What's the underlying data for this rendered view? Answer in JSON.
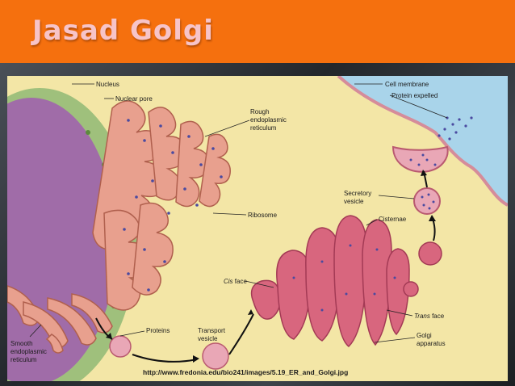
{
  "slide": {
    "title": "Jasad Golgi"
  },
  "diagram": {
    "labels": {
      "nucleus": "Nucleus",
      "nuclear_pore": "Nuclear pore",
      "rough_er_1": "Rough",
      "rough_er_2": "endoplasmic",
      "rough_er_3": "reticulum",
      "ribosome": "Ribosome",
      "cell_membrane": "Cell membrane",
      "protein_expelled": "Protein expelled",
      "secretory_vesicle_1": "Secretory",
      "secretory_vesicle_2": "vesicle",
      "cisternae": "Cisternae",
      "cis_face_italic": "Cis",
      "cis_face_rest": " face",
      "trans_face_italic": "Trans",
      "trans_face_rest": " face",
      "golgi_apparatus_1": "Golgi",
      "golgi_apparatus_2": "apparatus",
      "proteins": "Proteins",
      "transport_vesicle_1": "Transport",
      "transport_vesicle_2": "vesicle",
      "smooth_er_1": "Smooth",
      "smooth_er_2": "endoplasmic",
      "smooth_er_3": "reticulum"
    },
    "source_url": "http://www.fredonia.edu/bio241/images/5.19_ER_and_Golgi.jpg",
    "colors": {
      "background": "#f3e6a6",
      "cytoplasm_blue": "#a9d4ea",
      "nucleus_purple": "#a06ca8",
      "nuclear_envelope": "#9fc07c",
      "er_pink": "#e8a08e",
      "golgi_pink": "#d8667e",
      "ribosome": "#4a4aa0"
    }
  }
}
